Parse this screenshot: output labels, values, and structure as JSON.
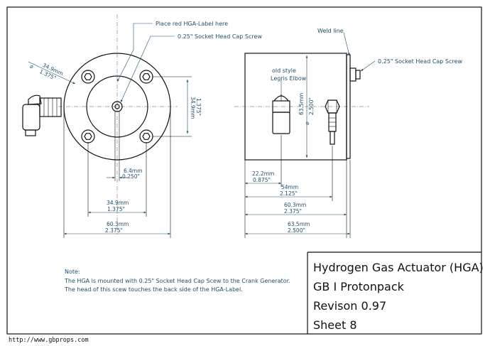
{
  "front_view": {
    "callout_label": "Place red HGA-Label here",
    "callout_screw": "0.25\" Socket Head Cap Screw",
    "dia_mm": "34.9mm",
    "dia_in": "1.375\"",
    "dia_symbol": "⌀",
    "hole_mm": "34.9mm",
    "hole_in": "1.375\"",
    "center_mm": "6.4mm",
    "center_in": "0.250\"",
    "bolt_mm": "34.9mm",
    "bolt_in": "1.375\"",
    "overall_mm": "60.3mm",
    "overall_in": "2.375\""
  },
  "side_view": {
    "weld_line": "Weld line",
    "screw": "0.25\" Socket Head Cap Screw",
    "elbow_line1": "old style",
    "elbow_line2": "Legris Elbow",
    "height_mm": "63.5mm",
    "height_in": "2.500\"",
    "dia_symbol": "⌀",
    "d1_mm": "22.2mm",
    "d1_in": "0.875\"",
    "d2_mm": "54mm",
    "d2_in": "2.125\"",
    "d3_mm": "60.3mm",
    "d3_in": "2.375\"",
    "d4_mm": "63.5mm",
    "d4_in": "2.500\""
  },
  "note": {
    "heading": "Note:",
    "line1": "The HGA is mounted with 0.25\" Socket Head Cap Scew to the Crank Generator.",
    "line2": "The head of this scew touches the back side of the HGA-Label."
  },
  "title_block": {
    "title": "Hydrogen Gas Actuator (HGA)",
    "project": "GB I Protonpack",
    "revision": "Revison 0.97",
    "sheet": "Sheet 8"
  },
  "footer": {
    "url": "http://www.gbprops.com"
  }
}
